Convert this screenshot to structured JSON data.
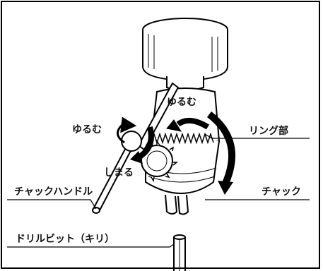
{
  "labels": {
    "loosen_top": "ゆるむ",
    "loosen_left": "ゆるむ",
    "tighten": "しまる",
    "ring": "リング部",
    "chuck_handle": "チャックハンドル",
    "chuck": "チャック",
    "drill_bit": "ドリルビット（キリ）"
  }
}
